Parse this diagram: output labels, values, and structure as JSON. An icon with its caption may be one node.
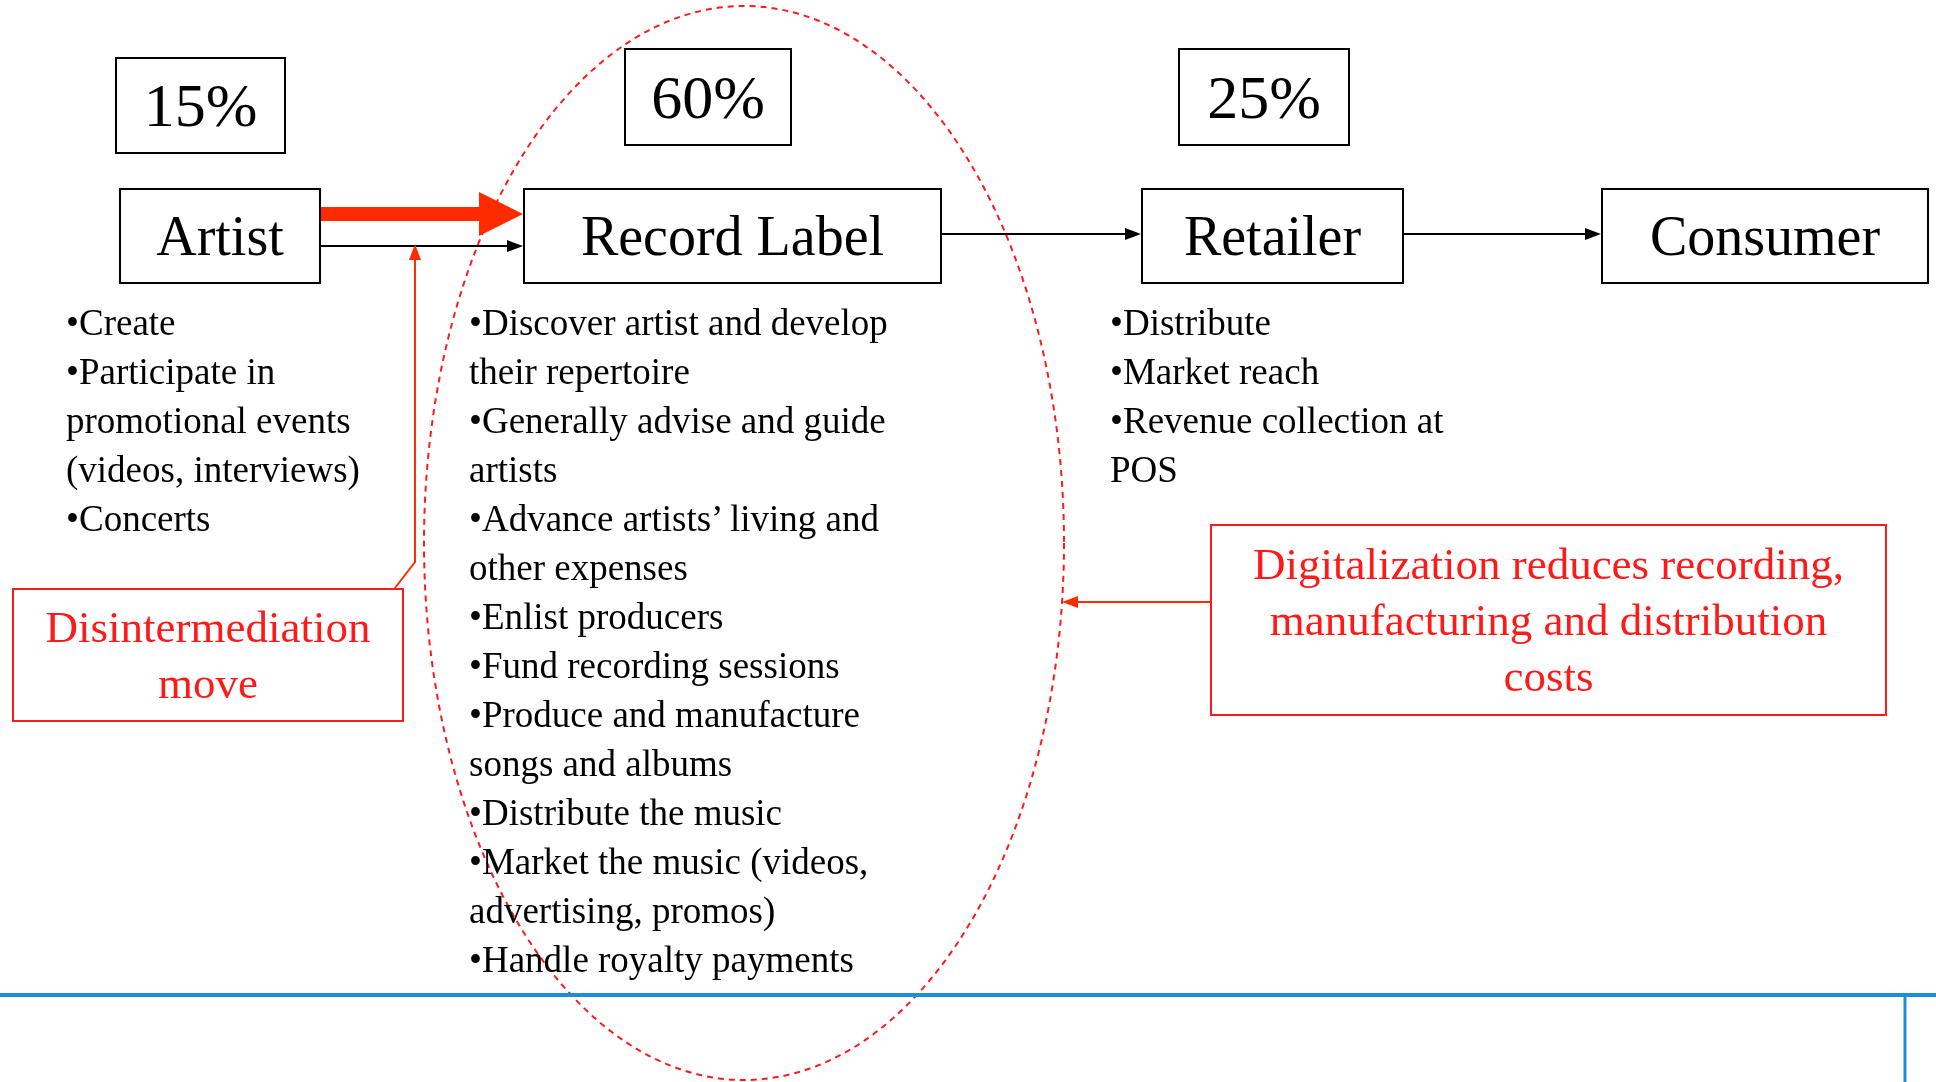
{
  "diagram": {
    "nodes": [
      {
        "text": [
          "15%"
        ]
      },
      {
        "text": [
          "Artist"
        ],
        "beside": [
          "•Create",
          "•Participate in promotional events (videos, interviews)",
          "•Concerts"
        ]
      },
      {
        "text": [],
        "shape": "ellipse"
      },
      {
        "text": [
          "60%"
        ],
        "in": 2
      },
      {
        "text": [
          "Record Label"
        ],
        "in": 2,
        "beside": [
          "•Discover artist and develop their repertoire",
          "•Generally advise and guide artists",
          "•Advance artists’ living and other expenses",
          "•Enlist producers",
          "•Fund recording sessions",
          "•Produce and manufacture songs and albums",
          "•Distribute the music",
          "•Market the music (videos, advertising, promos)",
          "•Handle royalty payments"
        ]
      },
      {
        "text": [
          "25%"
        ]
      },
      {
        "text": [
          "Retailer"
        ],
        "beside": [
          "•Distribute",
          "•Market reach",
          "•Revenue collection at POS"
        ]
      },
      {
        "text": [
          "Consumer"
        ]
      },
      {
        "text": [
          "Disintermediation move"
        ]
      },
      {
        "text": [
          "Digitalization reduces recording, manufacturing and distribution costs"
        ]
      }
    ],
    "edges": [
      {
        "from": 1,
        "to": 4,
        "arrow": "to"
      },
      {
        "from": 1,
        "to": 4,
        "arrow": "to",
        "style": "thick",
        "color": "#ff2a00"
      },
      {
        "from": 4,
        "to": 6,
        "arrow": "to"
      },
      {
        "from": 6,
        "to": 7,
        "arrow": "to"
      },
      {
        "from": 8,
        "to": null,
        "arrow": "to",
        "color": "#ff2a00"
      },
      {
        "from": 9,
        "to": 2,
        "arrow": "to",
        "color": "#ff2a00"
      }
    ]
  }
}
